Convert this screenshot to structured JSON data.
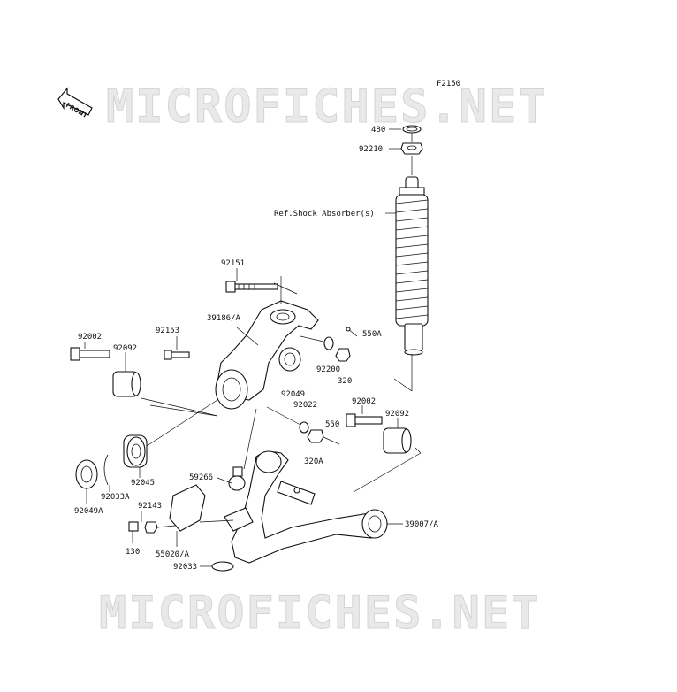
{
  "figure_code": "F2150",
  "watermark": "MICROFICHES.NET",
  "front_label": "FRONT",
  "parts": {
    "p480": "480",
    "p92210": "92210",
    "ref_shock": "Ref.Shock Absorber(s)",
    "p92151": "92151",
    "p39186A": "39186/A",
    "p92153": "92153",
    "p92002_left": "92002",
    "p92092_left": "92092",
    "p550A": "550A",
    "p92200": "92200",
    "p320": "320",
    "p92049": "92049",
    "p92022": "92022",
    "p550": "550",
    "p92002_right": "92002",
    "p92092_right": "92092",
    "p320A": "320A",
    "p92045": "92045",
    "p92033A": "92033A",
    "p92049A": "92049A",
    "p59266": "59266",
    "p92143": "92143",
    "p130": "130",
    "p55020A": "55020/A",
    "p39007A": "39007/A",
    "p92033": "92033"
  }
}
